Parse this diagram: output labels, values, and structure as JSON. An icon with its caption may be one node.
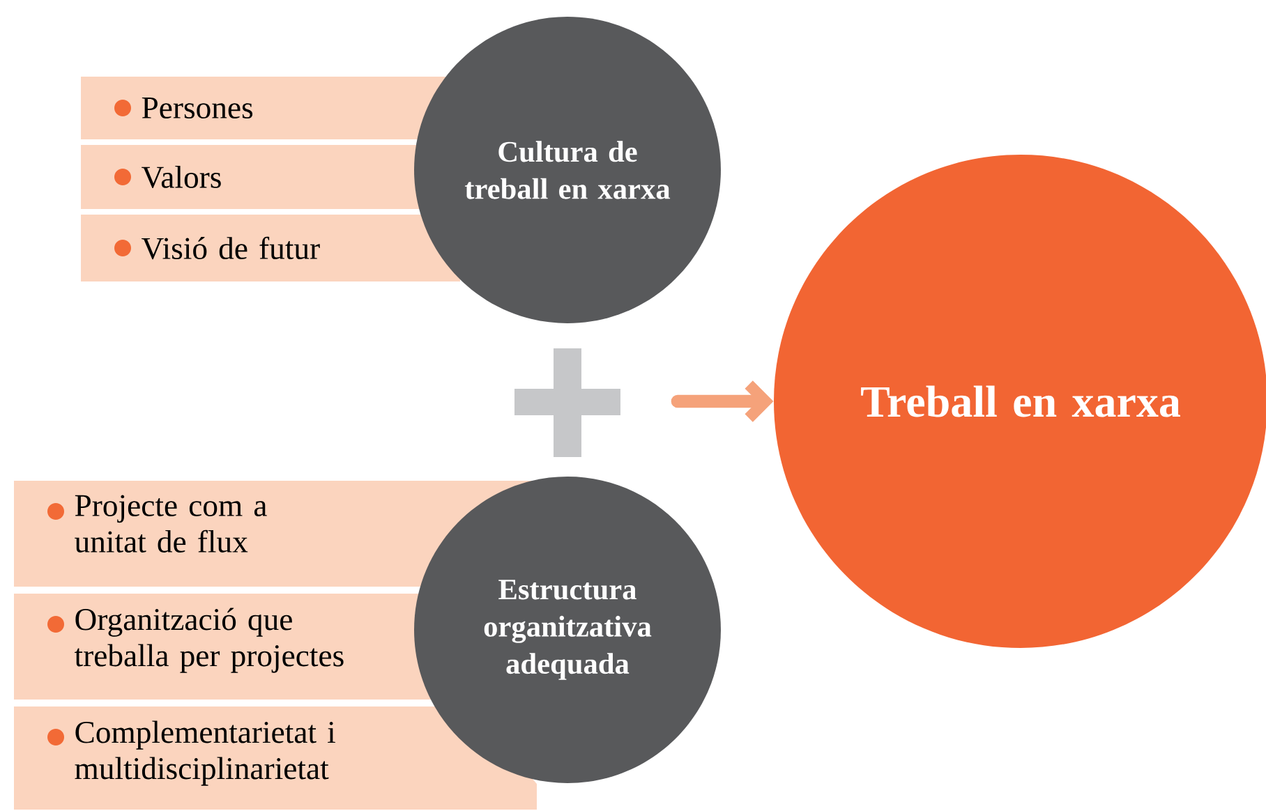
{
  "diagram": {
    "nodes": [
      {
        "text": [
          "Persones"
        ]
      },
      {
        "text": [
          "Valors"
        ]
      },
      {
        "text": [
          "Visió de futur"
        ]
      },
      {
        "text": [
          "Cultura de treball en xarxa"
        ]
      },
      {
        "text": [
          "Treball en xarxa"
        ]
      },
      {
        "text": [
          "Projecte com a unitat de flux"
        ]
      },
      {
        "text": [
          "Organització que treballa per projectes"
        ]
      },
      {
        "text": [
          "Complementarietat i multidisciplinarietat"
        ]
      },
      {
        "text": [
          "Estructura organitzativa adequada"
        ]
      }
    ],
    "edges": [
      {
        "from": null,
        "to": 4,
        "arrow": "to"
      }
    ]
  }
}
